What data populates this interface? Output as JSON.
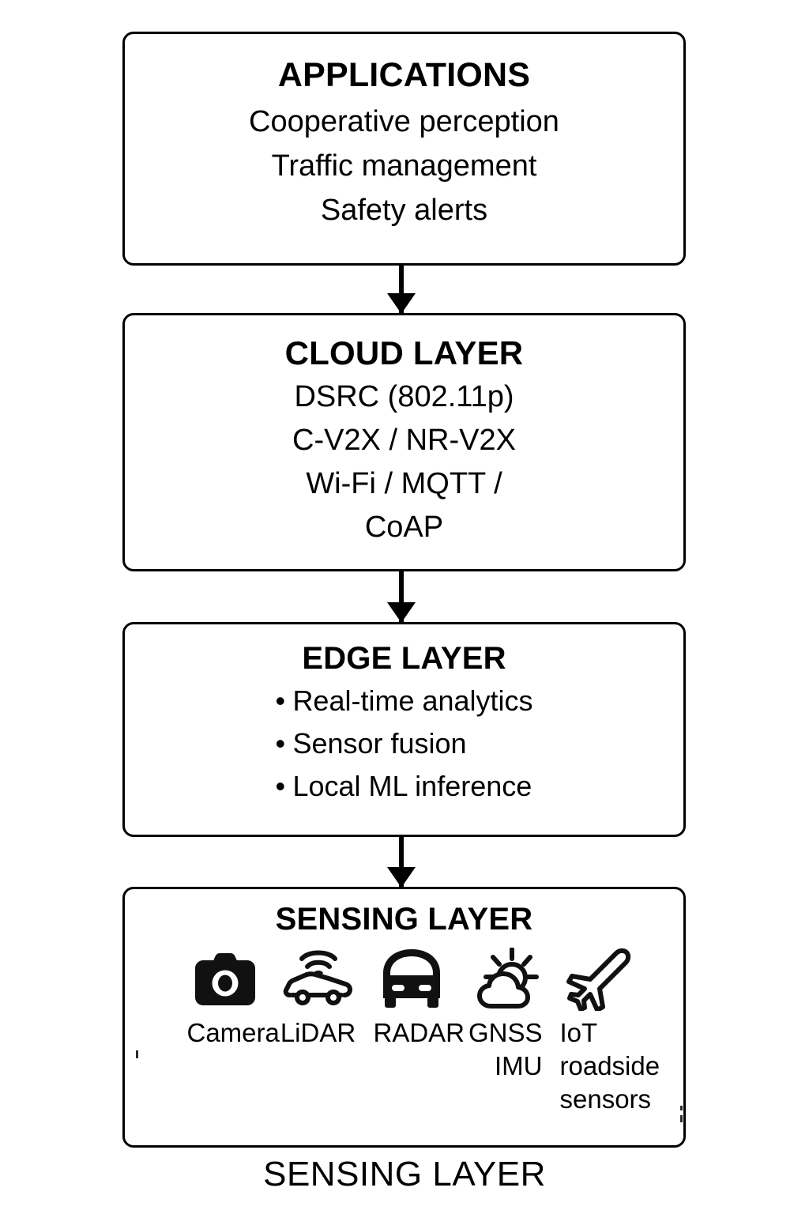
{
  "diagram": {
    "caption": "SENSING LAYER",
    "colors": {
      "stroke": "#000000",
      "background": "#ffffff",
      "text": "#000000"
    },
    "layers": [
      {
        "id": "applications",
        "title": "APPLICATIONS",
        "lines": [
          "Cooperative perception",
          "Traffic management",
          "Safety alerts"
        ]
      },
      {
        "id": "cloud",
        "title": "CLOUD LAYER",
        "lines": [
          "DSRC (802.11p)",
          "C-V2X / NR-V2X",
          "Wi-Fi / MQTT /",
          "CoAP"
        ]
      },
      {
        "id": "edge",
        "title": "EDGE LAYER",
        "bullet_char": "•",
        "bullets": [
          "Real-time analytics",
          "Sensor fusion",
          "Local ML inference"
        ]
      },
      {
        "id": "sensing",
        "title": "SENSING LAYER",
        "sensors": [
          {
            "icon": "camera-icon",
            "label": "Camera",
            "sub": ""
          },
          {
            "icon": "lidar-car-icon",
            "label": "LiDAR",
            "sub": ""
          },
          {
            "icon": "radar-car-icon",
            "label": "RADAR",
            "sub": ""
          },
          {
            "icon": "weather-sun-cloud-icon",
            "label": "GNSS",
            "sub": "IMU"
          },
          {
            "icon": "airplane-icon",
            "label": "IoT",
            "sub": "roadside",
            "sub2": "sensors"
          }
        ]
      }
    ],
    "arrows": [
      {
        "from": "applications",
        "to": "cloud",
        "direction": "down"
      },
      {
        "from": "cloud",
        "to": "edge",
        "direction": "down"
      },
      {
        "from": "edge",
        "to": "sensing",
        "direction": "down"
      }
    ]
  }
}
